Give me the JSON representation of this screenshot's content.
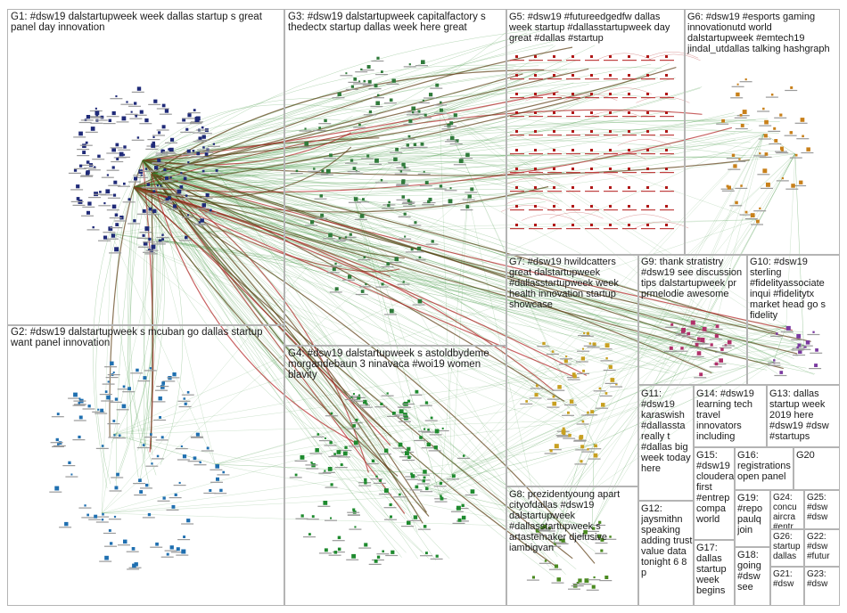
{
  "groups": [
    {
      "id": "G1",
      "label": "G1: #dsw19 dalstartupweek week dallas startup s great panel day innovation",
      "color": "#1f2a78"
    },
    {
      "id": "G2",
      "label": "G2: #dsw19 dalstartupweek s mcuban go dallas startup want panel innovation",
      "color": "#1f6fb0"
    },
    {
      "id": "G3",
      "label": "G3: #dsw19 dalstartupweek capitalfactory s thedectx startup dallas week here great",
      "color": "#2f7a3a"
    },
    {
      "id": "G4",
      "label": "G4: #dsw19 dalstartupweek s astoldbydeme morgandebaun 3 ninavaca #woi19 women blavity",
      "color": "#1e8a2e"
    },
    {
      "id": "G5",
      "label": "G5: #dsw19 #futureedgedfw dallas week startup #dallasstartupweek day great #dallas #startup",
      "color": "#b01818"
    },
    {
      "id": "G6",
      "label": "G6: #dsw19 #esports gaming innovationutd world dalstartupweek #emtech19 jindal_utdallas talking hashgraph",
      "color": "#c8801a"
    },
    {
      "id": "G7",
      "label": "G7: #dsw19 hwildcatters great dalstartupweek #dallasstartupweek week health innovation startup showcase",
      "color": "#c8a020"
    },
    {
      "id": "G8",
      "label": "G8: prezidentyoung apart cityofdallas #dsw19 dalstartupweek #dallasstartupweek s artastemaker djelusive iambigvan",
      "color": "#4a8a20"
    },
    {
      "id": "G9",
      "label": "G9: thank stratistry #dsw19 see discussion tips dalstartupweek pr prmelodie awesome",
      "color": "#b0306a"
    },
    {
      "id": "G10",
      "label": "G10: #dsw19 sterling #fidelityassociate inqui #fidelitytx market head go s fidelity",
      "color": "#7a3aa0"
    },
    {
      "id": "G11",
      "label": "G11: #dsw19 karaswish #dallassta really t #dallas big week today here",
      "color": "#606060"
    },
    {
      "id": "G12",
      "label": "G12: jaysmithn speaking adding trust value data tonight 6 8 p",
      "color": "#606060"
    },
    {
      "id": "G13",
      "label": "G13: dallas startup week 2019 here #dsw19 #dsw #startups",
      "color": "#606060"
    },
    {
      "id": "G14",
      "label": "G14: #dsw19 learning tech travel innovators including",
      "color": "#606060"
    },
    {
      "id": "G15",
      "label": "G15: #dsw19 cloudera first #entrep compa world",
      "color": "#606060"
    },
    {
      "id": "G16",
      "label": "G16: registrations open panel",
      "color": "#606060"
    },
    {
      "id": "G17",
      "label": "G17: dallas startup week begins",
      "color": "#606060"
    },
    {
      "id": "G18",
      "label": "G18: going #dsw see",
      "color": "#606060"
    },
    {
      "id": "G19",
      "label": "G19: #repo paulq join",
      "color": "#606060"
    },
    {
      "id": "G20",
      "label": "G20",
      "color": "#606060"
    },
    {
      "id": "G21",
      "label": "G21: #dsw",
      "color": "#606060"
    },
    {
      "id": "G22",
      "label": "G22: #dsw #futur",
      "color": "#606060"
    },
    {
      "id": "G23",
      "label": "G23: #dsw",
      "color": "#606060"
    },
    {
      "id": "G24",
      "label": "G24: concu aircra #entr",
      "color": "#606060"
    },
    {
      "id": "G25",
      "label": "G25: #dsw #dsw",
      "color": "#606060"
    },
    {
      "id": "G26",
      "label": "G26: startup dallas",
      "color": "#606060"
    }
  ],
  "colors": {
    "edge_green": "#2e8b2e",
    "edge_dark": "#5a3a10",
    "edge_red": "#b02020",
    "box_border": "#b4b4b4"
  }
}
